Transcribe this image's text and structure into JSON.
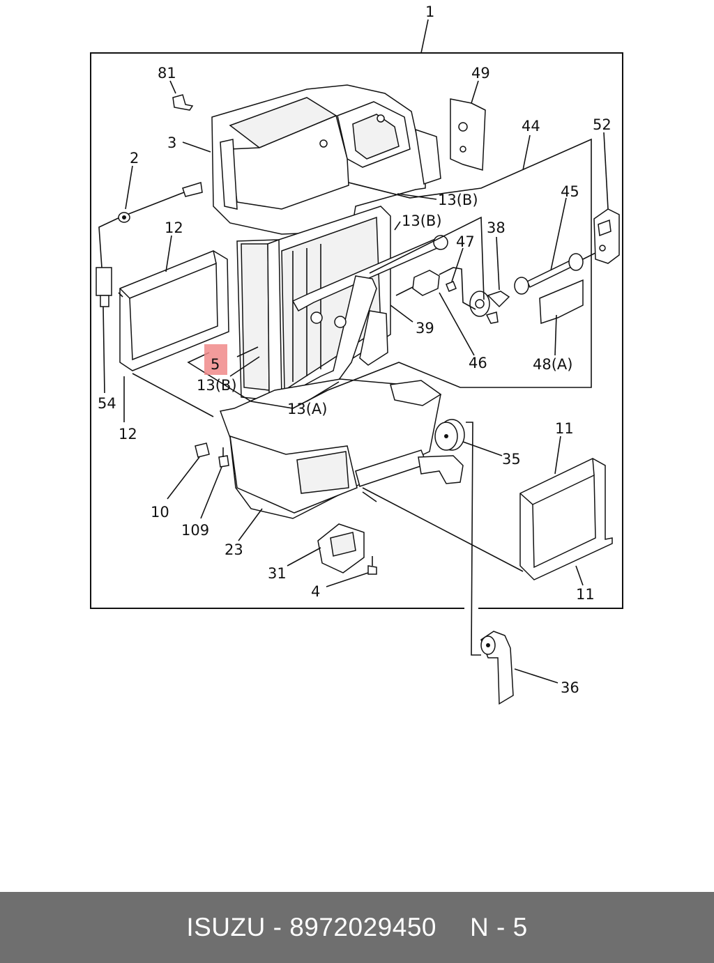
{
  "diagram": {
    "callouts": {
      "c1": "1",
      "c81": "81",
      "c49": "49",
      "c3": "3",
      "c44": "44",
      "c52": "52",
      "c2": "2",
      "c13b_top": "13(B)",
      "c45": "45",
      "c12_top": "12",
      "c13b_mid": "13(B)",
      "c38": "38",
      "c47": "47",
      "c39": "39",
      "c5": "5",
      "c46": "46",
      "c48a": "48(A)",
      "c13b_left": "13(B)",
      "c54": "54",
      "c13a": "13(A)",
      "c12_bottom": "12",
      "c11_top": "11",
      "c35": "35",
      "c10": "10",
      "c109": "109",
      "c23": "23",
      "c31": "31",
      "c4": "4",
      "c11_bottom": "11",
      "c36": "36"
    },
    "highlight_color": "#f08a8a"
  },
  "footer": {
    "brand_part": "ISUZU - 8972029450",
    "page_ref": "N - 5"
  }
}
